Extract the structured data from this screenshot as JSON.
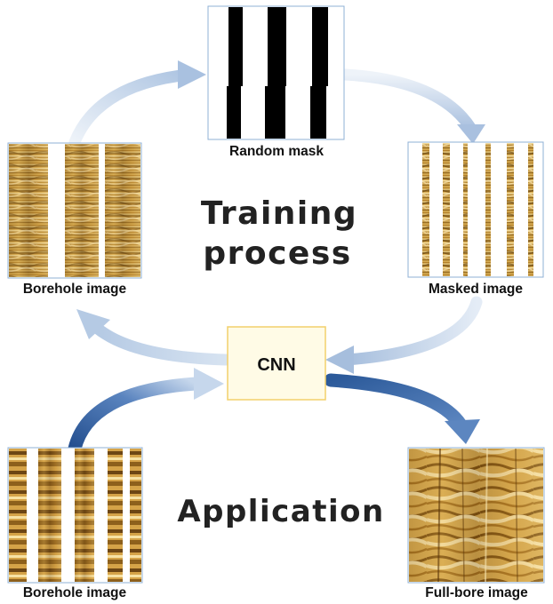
{
  "training": {
    "title_line1": "Training",
    "title_line2": "process",
    "random_mask_label": "Random mask",
    "masked_image_label": "Masked image",
    "borehole_image_label": "Borehole image"
  },
  "cnn_label": "CNN",
  "application": {
    "title": "Application",
    "borehole_image_label": "Borehole image",
    "fullbore_image_label": "Full-bore image"
  },
  "colors": {
    "arrow_light": "#c9d8ea",
    "arrow_dark": "#2f5f9e",
    "cnn_fill": "#fffbe6",
    "cnn_border": "#f2d06b",
    "frame_border": "#8fb0d6",
    "rock_dark": "#6b4a12",
    "rock_mid": "#c79a3c",
    "rock_light": "#f6dfa0"
  }
}
